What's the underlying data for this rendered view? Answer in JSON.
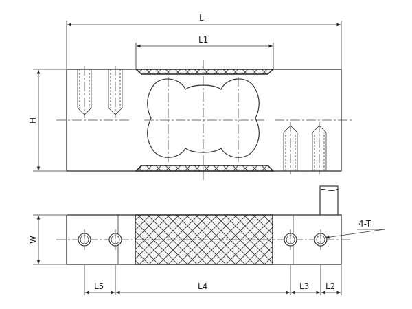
{
  "labels": {
    "L": "L",
    "L1": "L1",
    "H": "H",
    "W": "W",
    "L2": "L2",
    "L3": "L3",
    "L4": "L4",
    "L5": "L5",
    "hole_callout": "4-T"
  },
  "colors": {
    "line": "#222222",
    "background": "#ffffff"
  }
}
